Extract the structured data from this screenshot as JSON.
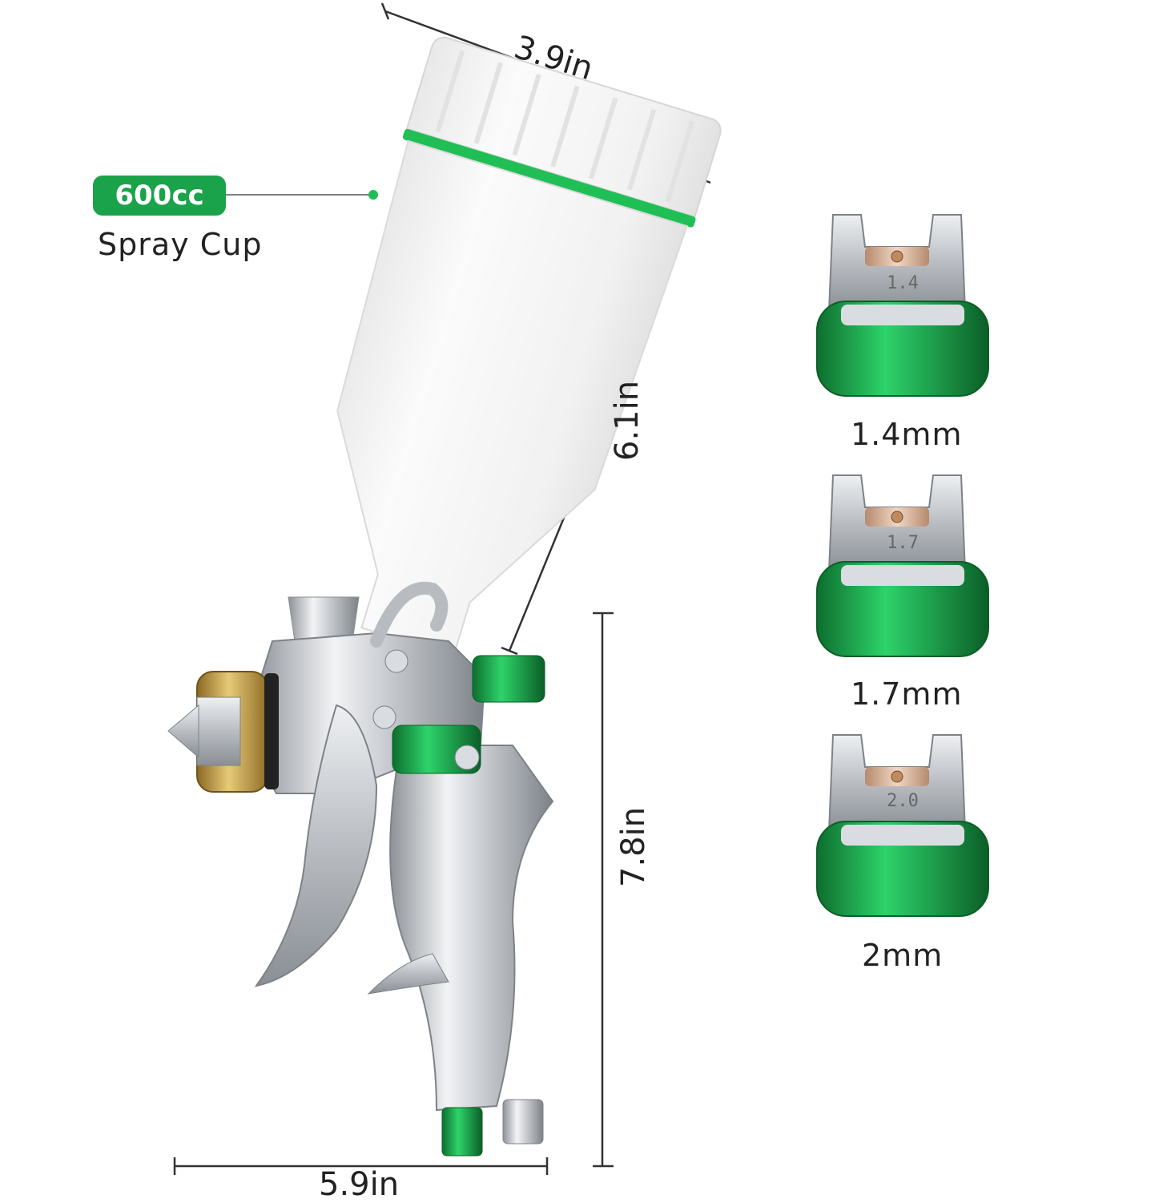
{
  "callout": {
    "badge": "600cc",
    "caption": "Spray Cup"
  },
  "dimensions": {
    "cup_width": "3.9in",
    "cup_height": "6.1in",
    "gun_height": "7.8in",
    "gun_width": "5.9in"
  },
  "nozzles": [
    {
      "engraving": "1.4",
      "label": "1.4mm"
    },
    {
      "engraving": "1.7",
      "label": "1.7mm"
    },
    {
      "engraving": "2.0",
      "label": "2mm"
    }
  ],
  "colors": {
    "accent_green": "#1aa34a",
    "cup_white": "#f4f4f4",
    "chrome": "#c9ccd0",
    "brass": "#c7a24a"
  }
}
